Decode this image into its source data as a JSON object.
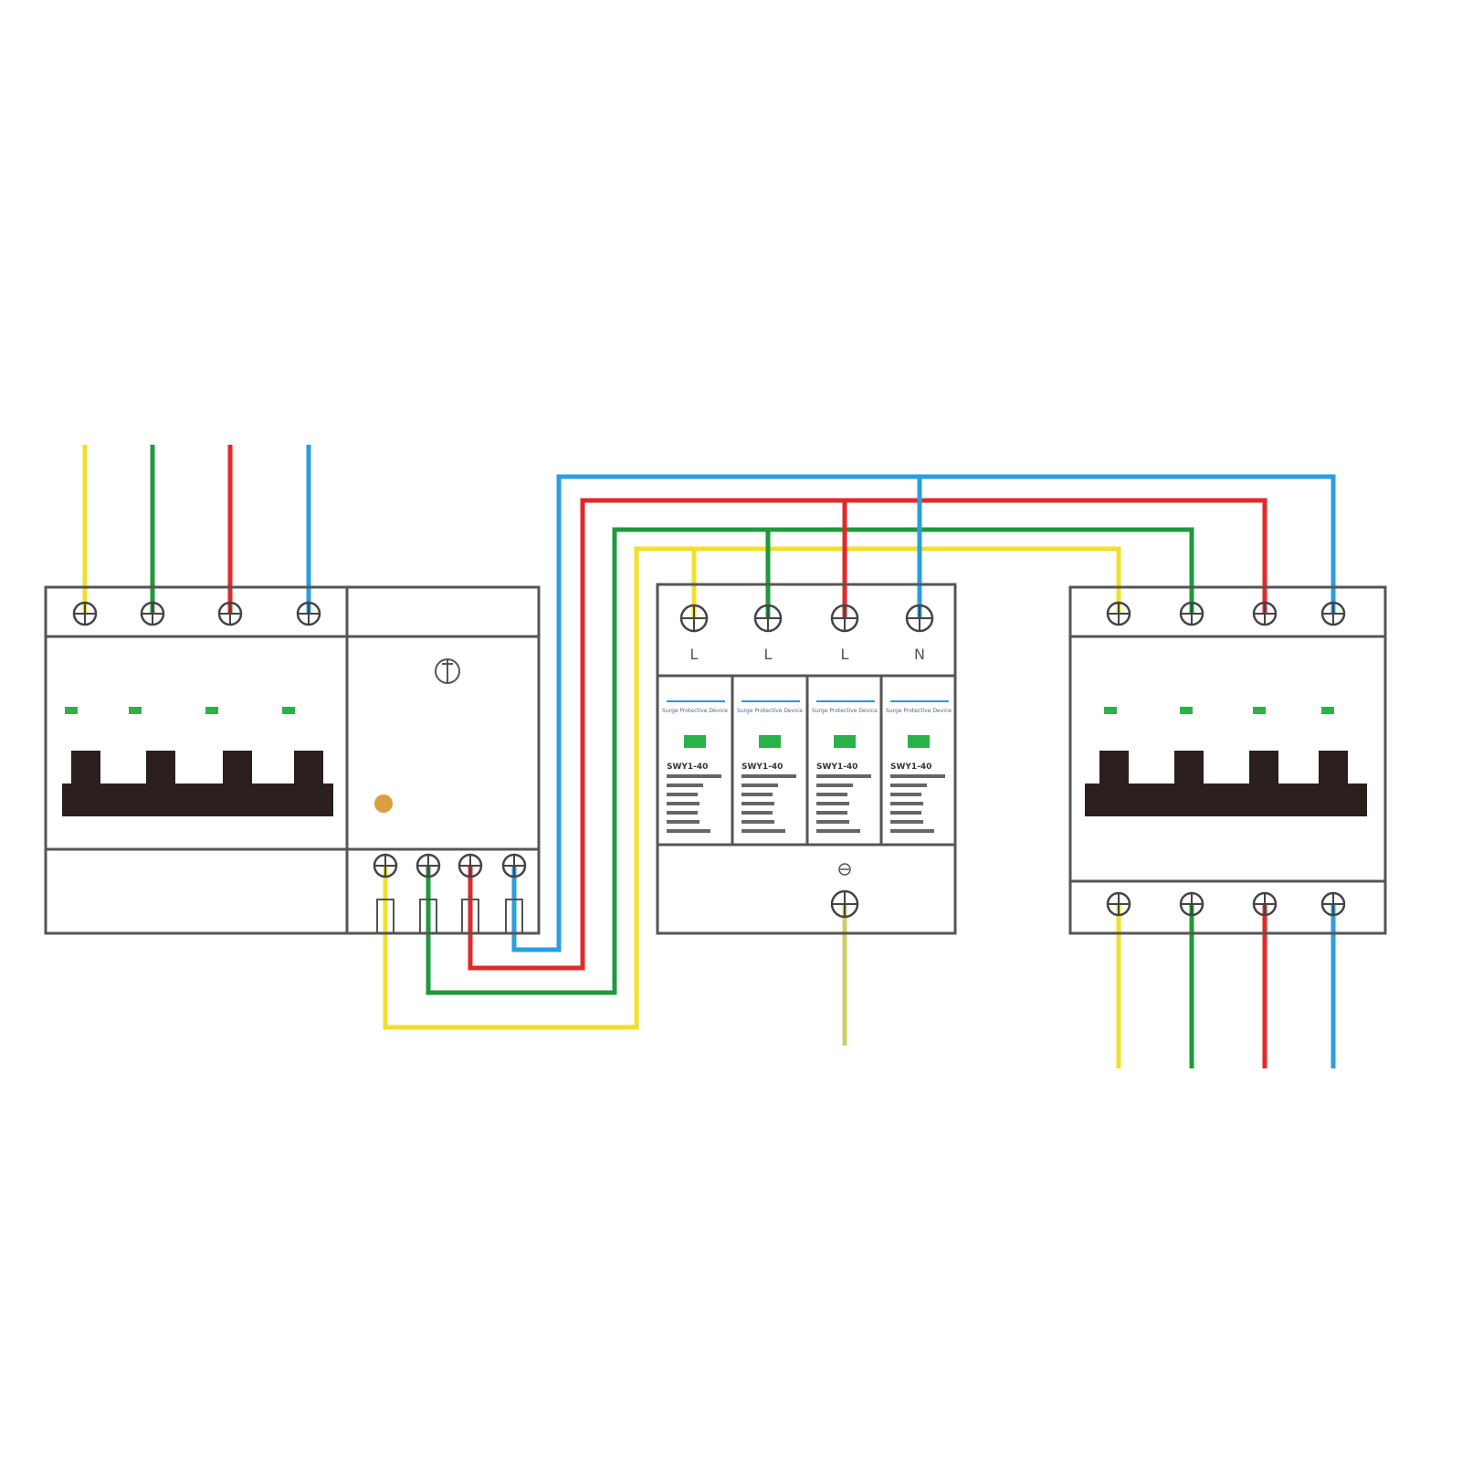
{
  "colors": {
    "phase_1": "#f2df2a",
    "phase_2": "#1e9a3c",
    "phase_3": "#e02a2a",
    "neutral": "#2a9ee0",
    "ground": "#c9cf6a",
    "indicator": "#2ab24a",
    "handle": "#2a1f1c",
    "status_dot": "#d9a040"
  },
  "components": {
    "input_breaker": {
      "poles": 4
    },
    "auxiliary_module": {
      "poles": 4
    },
    "surge_protector": {
      "terminal_labels": [
        "L",
        "L",
        "L",
        "N"
      ],
      "modules": [
        {
          "heading": "Surge Protective Device",
          "model": "SWY1-40"
        },
        {
          "heading": "Surge Protective Device",
          "model": "SWY1-40"
        },
        {
          "heading": "Surge Protective Device",
          "model": "SWY1-40"
        },
        {
          "heading": "Surge Protective Device",
          "model": "SWY1-40"
        }
      ]
    },
    "output_breaker": {
      "poles": 4
    }
  }
}
